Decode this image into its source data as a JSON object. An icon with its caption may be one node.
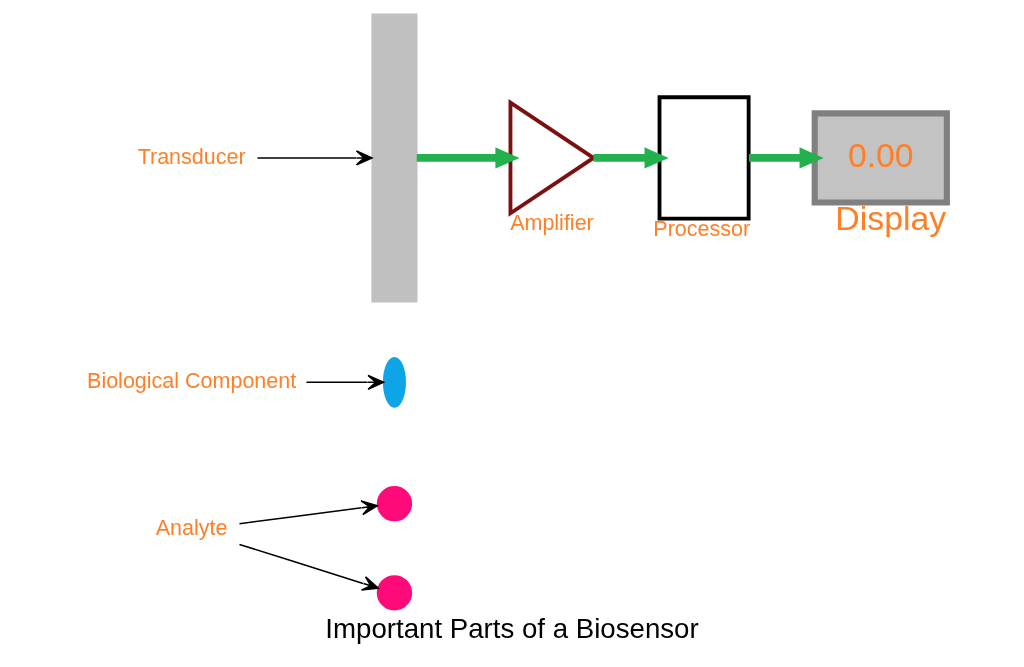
{
  "diagram": {
    "caption": "Important Parts of a Biosensor",
    "nodes": [
      {
        "text": [
          "Analyte"
        ]
      },
      {
        "text": [],
        "shape": "circle"
      },
      {
        "text": [],
        "shape": "circle"
      },
      {
        "text": [
          "Biological Component"
        ]
      },
      {
        "text": [],
        "shape": "crescent"
      },
      {
        "text": [
          "Transducer"
        ]
      },
      {
        "text": [],
        "shape": "bar"
      },
      {
        "text": [],
        "shape": "triangle",
        "beside": [
          "Amplifier"
        ]
      },
      {
        "text": [],
        "shape": "box",
        "beside": [
          "Processor"
        ]
      },
      {
        "text": [
          "0.00"
        ],
        "beside": [
          "Display"
        ]
      }
    ],
    "edges": [
      {
        "from": 0,
        "to": 1,
        "arrow": "to"
      },
      {
        "from": 0,
        "to": 2,
        "arrow": "to"
      },
      {
        "from": 3,
        "to": 4,
        "arrow": "to"
      },
      {
        "from": 5,
        "to": 6,
        "arrow": "to"
      },
      {
        "from": 6,
        "to": 7,
        "arrow": "to",
        "style": "thick",
        "color": "#22b14c"
      },
      {
        "from": 7,
        "to": 8,
        "arrow": "to",
        "style": "thick",
        "color": "#22b14c"
      },
      {
        "from": 8,
        "to": 9,
        "arrow": "to",
        "style": "thick",
        "color": "#22b14c"
      }
    ]
  }
}
